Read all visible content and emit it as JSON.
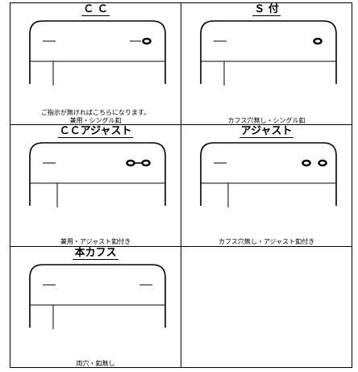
{
  "panels": [
    {
      "id": "cc",
      "title": "Ｃ Ｃ",
      "note": "ご指示が無ければこちらになります。",
      "caption": "兼用・シングル釦"
    },
    {
      "id": "s",
      "title": "Ｓ 付",
      "caption": "カフス穴無し・シングル釦"
    },
    {
      "id": "cc-adjust",
      "title": "ＣＣアジャスト",
      "caption": "兼用・アジャスト釦付き"
    },
    {
      "id": "adjust",
      "title": "アジャスト",
      "caption": "カフス穴無し・アジャスト釦付き"
    },
    {
      "id": "hon-cuffs",
      "title": "本カフス",
      "caption": "両穴・釦無し"
    }
  ]
}
